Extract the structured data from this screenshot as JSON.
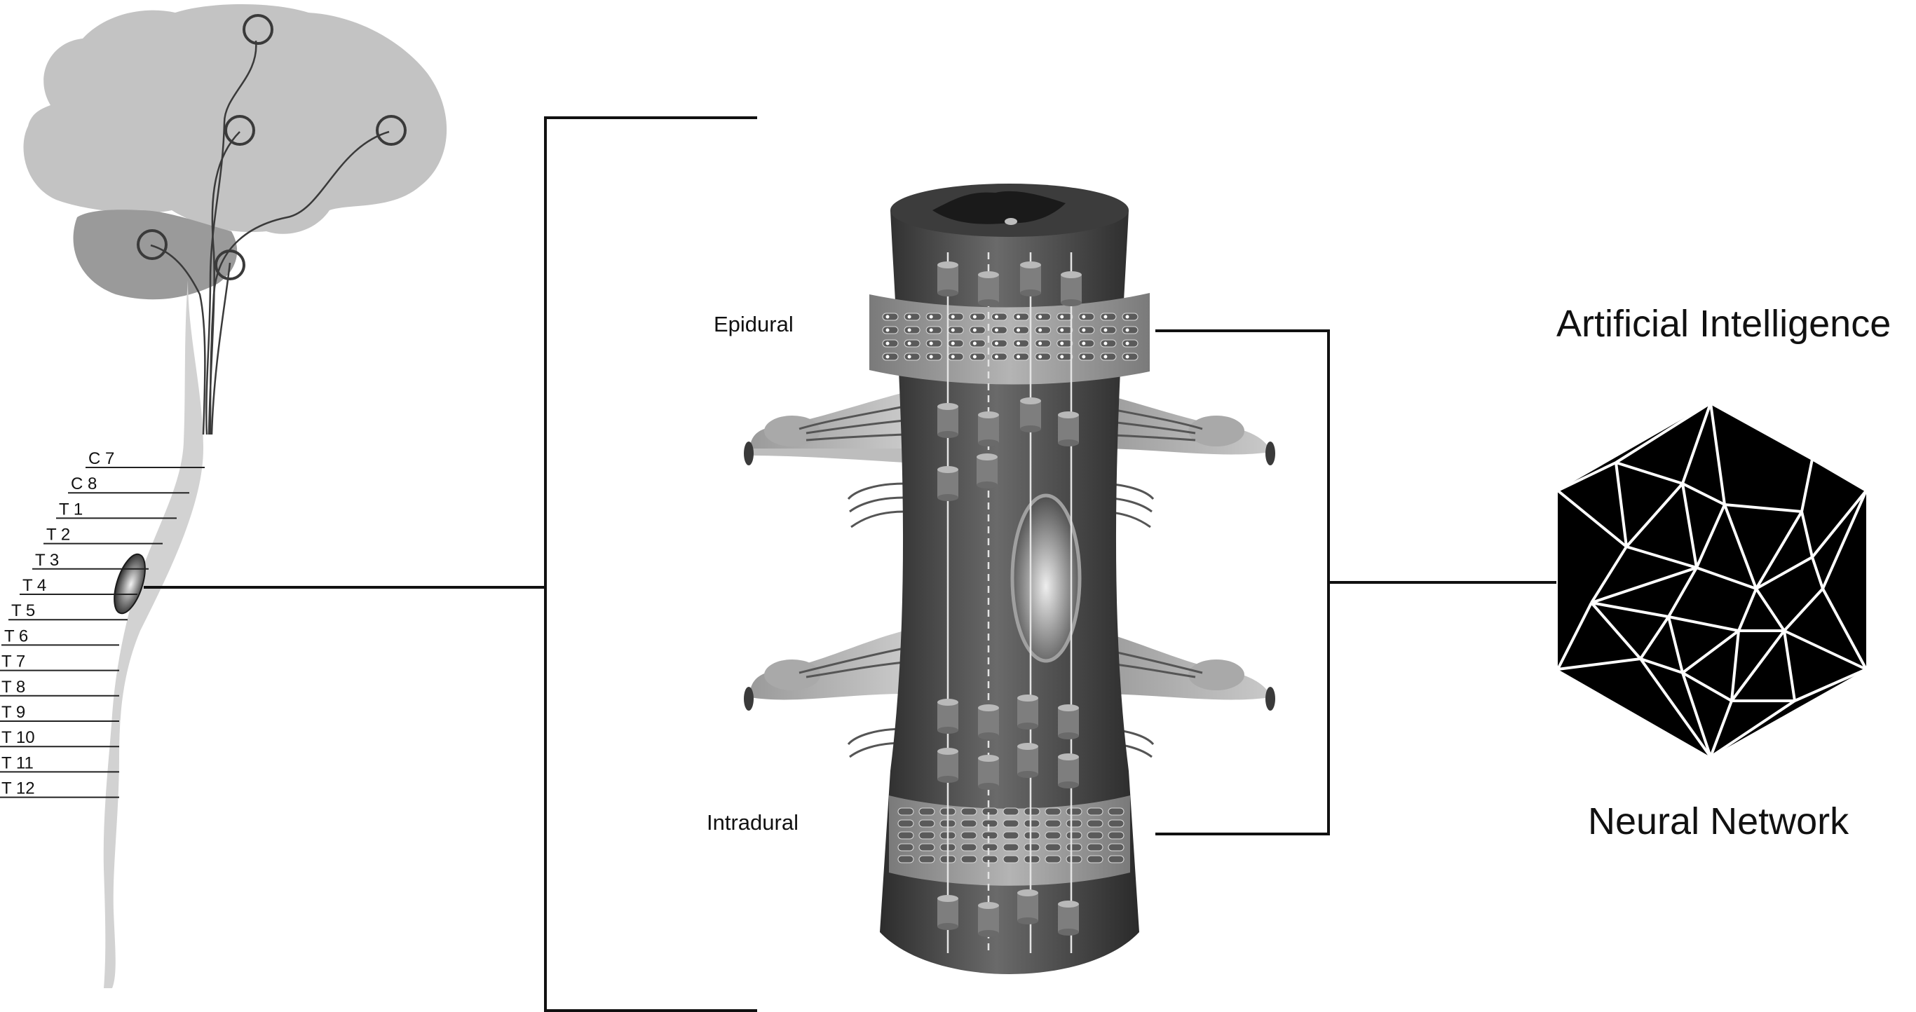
{
  "spinal_levels": [
    "C 7",
    "C 8",
    "T 1",
    "T 2",
    "T 3",
    "T 4",
    "T 5",
    "T 6",
    "T 7",
    "T 8",
    "T 9",
    "T 10",
    "T 11",
    "T 12"
  ],
  "implant": {
    "epidural_label": "Epidural",
    "intradural_label": "Intradural"
  },
  "ai": {
    "title": "Artificial Intelligence",
    "subtitle": "Neural Network"
  },
  "icons": [
    "brain-icon",
    "spinal-cord-icon",
    "spinal-implant-icon",
    "neural-network-icon"
  ],
  "colors": {
    "brain": "#c3c3c3",
    "cerebellum": "#9a9a9a",
    "cord": "#d2d2d2",
    "implant_body": "#4a4a4a",
    "network_fill": "#000000",
    "network_edges": "#ffffff"
  }
}
